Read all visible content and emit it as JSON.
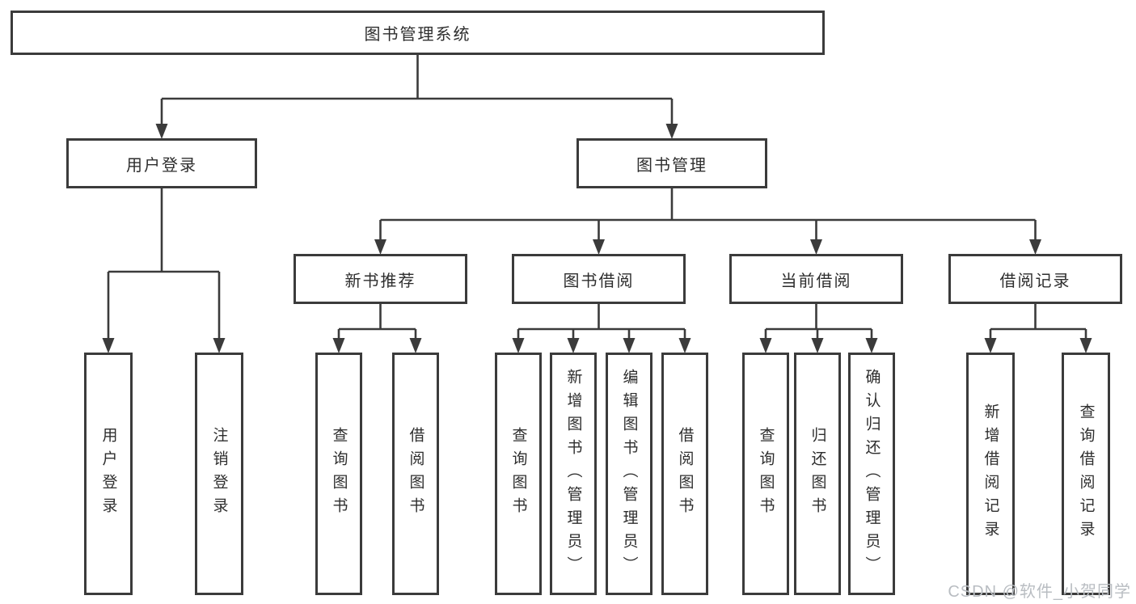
{
  "watermark": {
    "text": "CSDN @软件_小贺同学",
    "color": "#b9bdc2"
  },
  "diagram": {
    "line_color": "#3b3b3b",
    "box_border_color": "#3b3b3b",
    "text_color": "#2e2e2e",
    "nodes": [
      {
        "id": "root",
        "label": "图书管理系统",
        "orientation": "horizontal"
      },
      {
        "id": "login",
        "label": "用户登录",
        "orientation": "horizontal"
      },
      {
        "id": "mgmt",
        "label": "图书管理",
        "orientation": "horizontal"
      },
      {
        "id": "login-user",
        "label": "用户登录",
        "orientation": "vertical"
      },
      {
        "id": "login-logout",
        "label": "注销登录",
        "orientation": "vertical"
      },
      {
        "id": "newbook",
        "label": "新书推荐",
        "orientation": "horizontal"
      },
      {
        "id": "borrow",
        "label": "图书借阅",
        "orientation": "horizontal"
      },
      {
        "id": "current",
        "label": "当前借阅",
        "orientation": "horizontal"
      },
      {
        "id": "records",
        "label": "借阅记录",
        "orientation": "horizontal"
      },
      {
        "id": "newbook-query",
        "label": "查询图书",
        "orientation": "vertical"
      },
      {
        "id": "newbook-borrow",
        "label": "借阅图书",
        "orientation": "vertical"
      },
      {
        "id": "borrow-query",
        "label": "查询图书",
        "orientation": "vertical"
      },
      {
        "id": "borrow-add",
        "label": "新增图书（管理员）",
        "orientation": "vertical"
      },
      {
        "id": "borrow-edit",
        "label": "编辑图书（管理员）",
        "orientation": "vertical"
      },
      {
        "id": "borrow-borrow",
        "label": "借阅图书",
        "orientation": "vertical"
      },
      {
        "id": "current-query",
        "label": "查询图书",
        "orientation": "vertical"
      },
      {
        "id": "current-return",
        "label": "归还图书",
        "orientation": "vertical"
      },
      {
        "id": "current-confirm",
        "label": "确认归还（管理员）",
        "orientation": "vertical"
      },
      {
        "id": "records-add",
        "label": "新增借阅记录",
        "orientation": "vertical"
      },
      {
        "id": "records-query",
        "label": "查询借阅记录",
        "orientation": "vertical"
      }
    ],
    "edges": [
      {
        "from": "root",
        "to": [
          "login",
          "mgmt"
        ]
      },
      {
        "from": "login",
        "to": [
          "login-user",
          "login-logout"
        ]
      },
      {
        "from": "mgmt",
        "to": [
          "newbook",
          "borrow",
          "current",
          "records"
        ]
      },
      {
        "from": "newbook",
        "to": [
          "newbook-query",
          "newbook-borrow"
        ]
      },
      {
        "from": "borrow",
        "to": [
          "borrow-query",
          "borrow-add",
          "borrow-edit",
          "borrow-borrow"
        ]
      },
      {
        "from": "current",
        "to": [
          "current-query",
          "current-return",
          "current-confirm"
        ]
      },
      {
        "from": "records",
        "to": [
          "records-add",
          "records-query"
        ]
      }
    ]
  }
}
